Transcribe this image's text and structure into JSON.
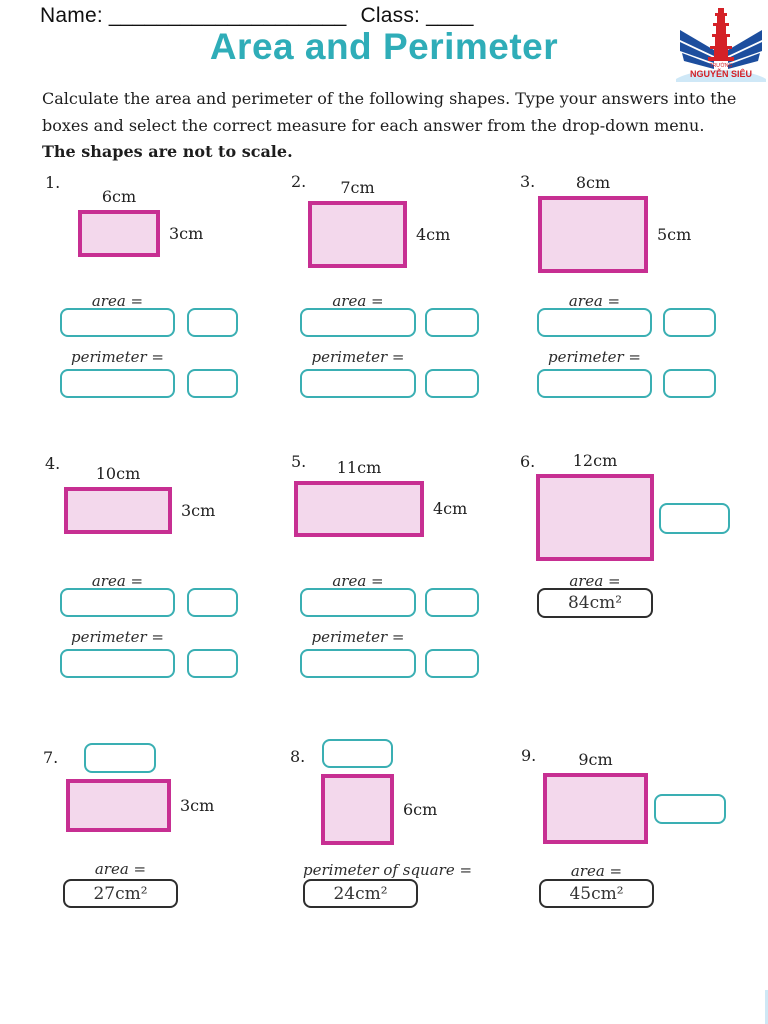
{
  "header": {
    "name_label": "Name:",
    "name_blank": "____________________",
    "class_label": "Class:",
    "class_blank": "____",
    "logo": {
      "school_prefix": "TRƯỜNG",
      "school_name": "NGUYỄN SIÊU"
    }
  },
  "title": "Area and Perimeter",
  "instructions": {
    "normal": "Calculate the area and perimeter of the following shapes. Type your answers into the boxes and select the correct measure for each answer from the drop-down menu. ",
    "bold": "The shapes are not to scale."
  },
  "colors": {
    "accent_teal": "#2fadb8",
    "shape_border": "#c72f92",
    "shape_fill": "#f3d8ec",
    "input_border": "#3aafb3",
    "answer_border": "#2e2e2e"
  },
  "problems": [
    {
      "number": "1.",
      "top_label": "6cm",
      "right_label": "3cm",
      "area_label": "area =",
      "perimeter_label": "perimeter ="
    },
    {
      "number": "2.",
      "top_label": "7cm",
      "right_label": "4cm",
      "area_label": "area =",
      "perimeter_label": "perimeter ="
    },
    {
      "number": "3.",
      "top_label": "8cm",
      "right_label": "5cm",
      "area_label": "area =",
      "perimeter_label": "perimeter ="
    },
    {
      "number": "4.",
      "top_label": "10cm",
      "right_label": "3cm",
      "area_label": "area =",
      "perimeter_label": "perimeter ="
    },
    {
      "number": "5.",
      "top_label": "11cm",
      "right_label": "4cm",
      "area_label": "area =",
      "perimeter_label": "perimeter ="
    },
    {
      "number": "6.",
      "top_label": "12cm",
      "area_label": "area =",
      "answer": "84cm²"
    },
    {
      "number": "7.",
      "right_label": "3cm",
      "area_label": "area =",
      "answer": "27cm²"
    },
    {
      "number": "8.",
      "right_label": "6cm",
      "area_label": "perimeter of square =",
      "answer": "24cm²"
    },
    {
      "number": "9.",
      "top_label": "9cm",
      "area_label": "area =",
      "answer": "45cm²"
    }
  ]
}
